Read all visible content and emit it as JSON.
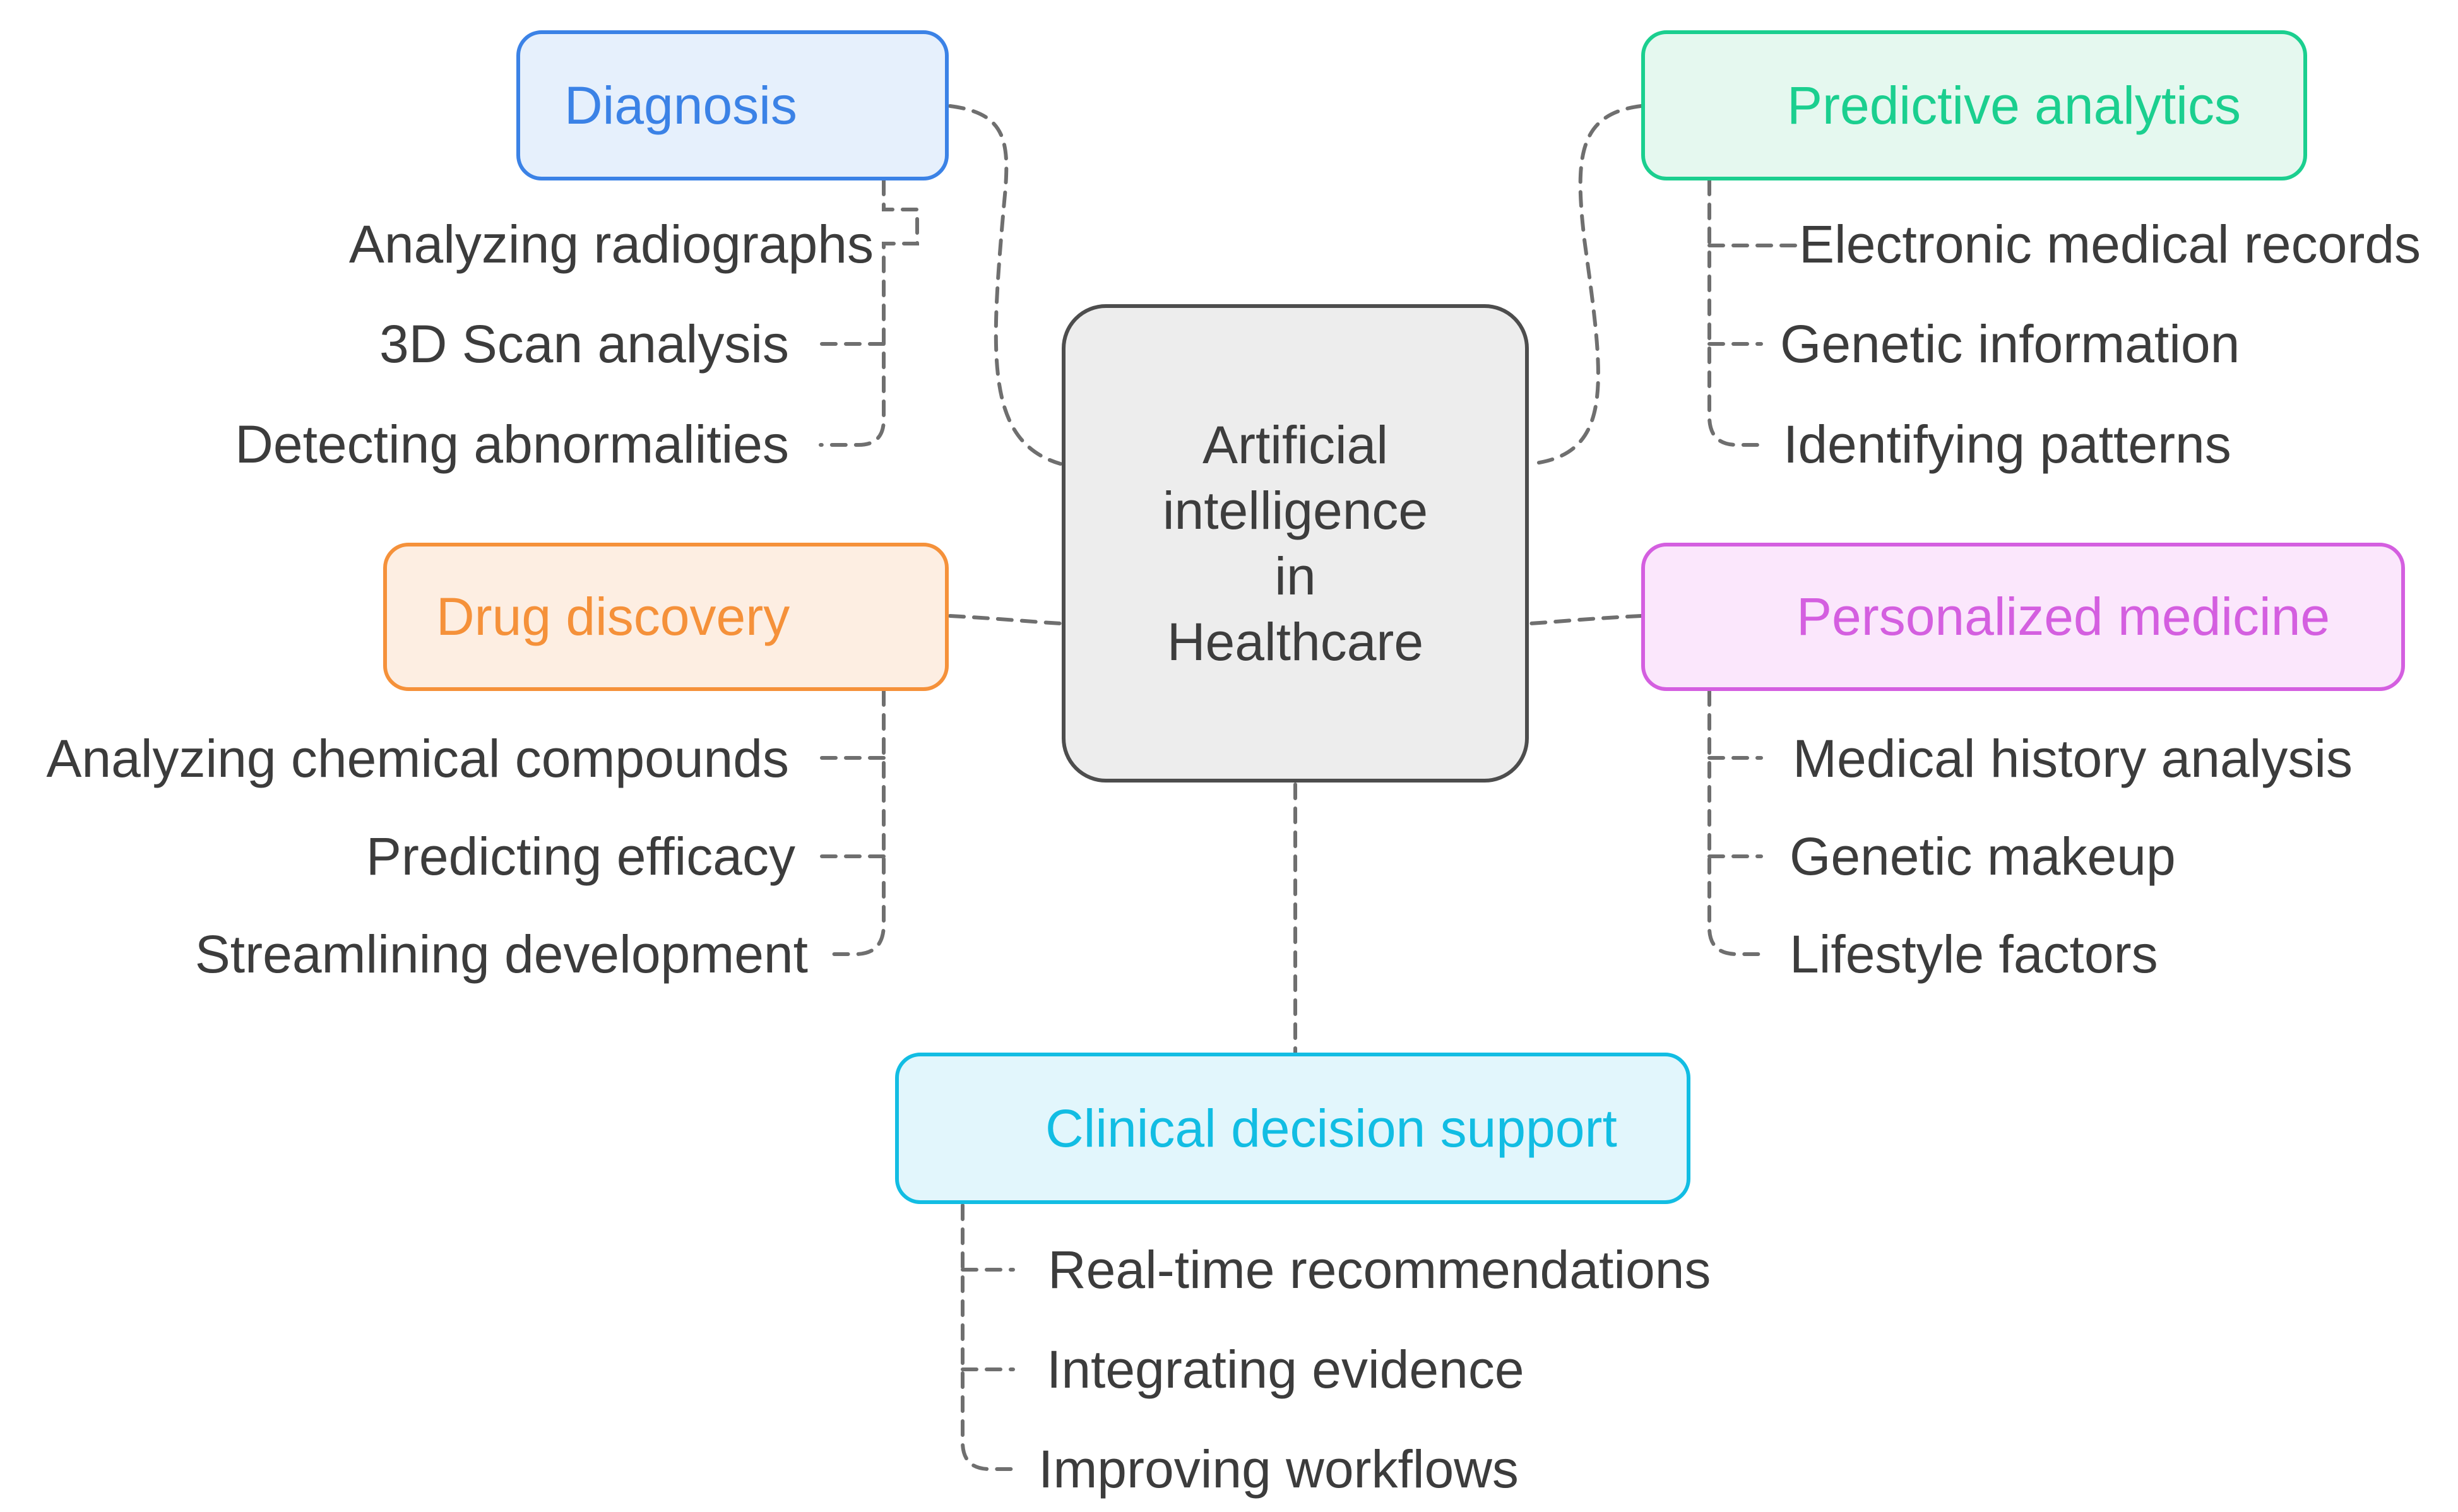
{
  "center": {
    "lines": [
      "Artificial",
      "intelligence",
      "in",
      "Healthcare"
    ]
  },
  "branches": {
    "diagnosis": {
      "title": "Diagnosis",
      "color": "#3b82e6",
      "fill": "#e6f0fc",
      "items": [
        "Analyzing radiographs",
        "3D Scan analysis",
        "Detecting abnormalities"
      ]
    },
    "drug_discovery": {
      "title": "Drug discovery",
      "color": "#f5913a",
      "fill": "#fdeee2",
      "items": [
        "Analyzing chemical compounds",
        "Predicting efficacy",
        "Streamlining development"
      ]
    },
    "predictive_analytics": {
      "title": "Predictive analytics",
      "color": "#1bcf8f",
      "fill": "#e5f8ef",
      "items": [
        "Electronic medical records",
        "Genetic information",
        "Identifying patterns"
      ]
    },
    "personalized_medicine": {
      "title": "Personalized medicine",
      "color": "#d45fe0",
      "fill": "#fbe7fc",
      "items": [
        "Medical history analysis",
        "Genetic makeup",
        "Lifestyle factors"
      ]
    },
    "clinical_decision_support": {
      "title": "Clinical decision support",
      "color": "#12bde3",
      "fill": "#e2f6fc",
      "items": [
        "Real-time recommendations",
        "Integrating evidence",
        "Improving workflows"
      ]
    }
  }
}
